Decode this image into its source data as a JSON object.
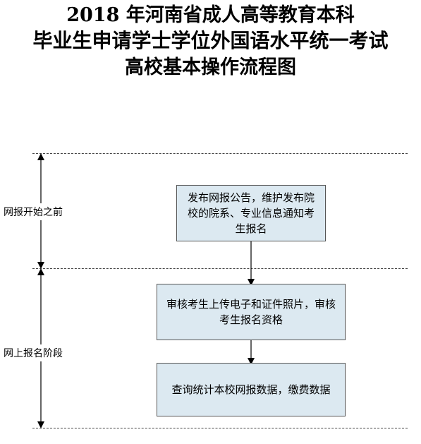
{
  "title": {
    "line1": "2018 年河南省成人高等教育本科",
    "line2": "毕业生申请学士学位外国语水平统一考试",
    "line3": "高校基本操作流程图"
  },
  "phases": {
    "phase1": "网报开始之前",
    "phase2": "网上报名阶段"
  },
  "steps": {
    "step1": "发布网报公告，维护发布院校的院系、专业信息通知考生报名",
    "step2": "审核考生上传电子和证件照片，审核考生报名资格",
    "step3": "查询统计本校网报数据，缴费数据"
  }
}
